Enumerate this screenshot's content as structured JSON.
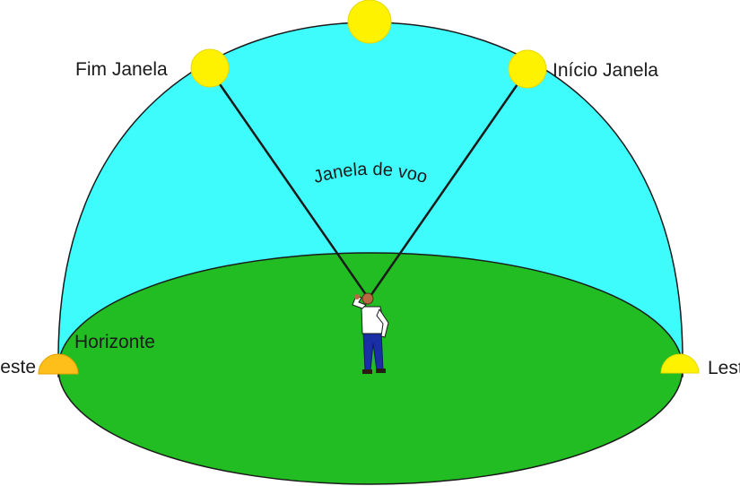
{
  "labels": {
    "fim_janela": "Fim Janela",
    "inicio_janela": "Início Janela",
    "janela_de_voo": "Janela de voo",
    "horizonte": "Horizonte",
    "oeste": "Oeste",
    "leste": "Leste"
  },
  "colors": {
    "sky": "#3ffcfc",
    "ground": "#22bd22",
    "sun": "#fff200",
    "sun_setting": "#ffbf1a",
    "line": "#1a1a1a",
    "shirt": "#ffffff",
    "pants": "#1a2ea6",
    "skin": "#b56a44"
  },
  "icons": {
    "observer": "person-looking-up-icon",
    "sun": "sun-icon"
  }
}
